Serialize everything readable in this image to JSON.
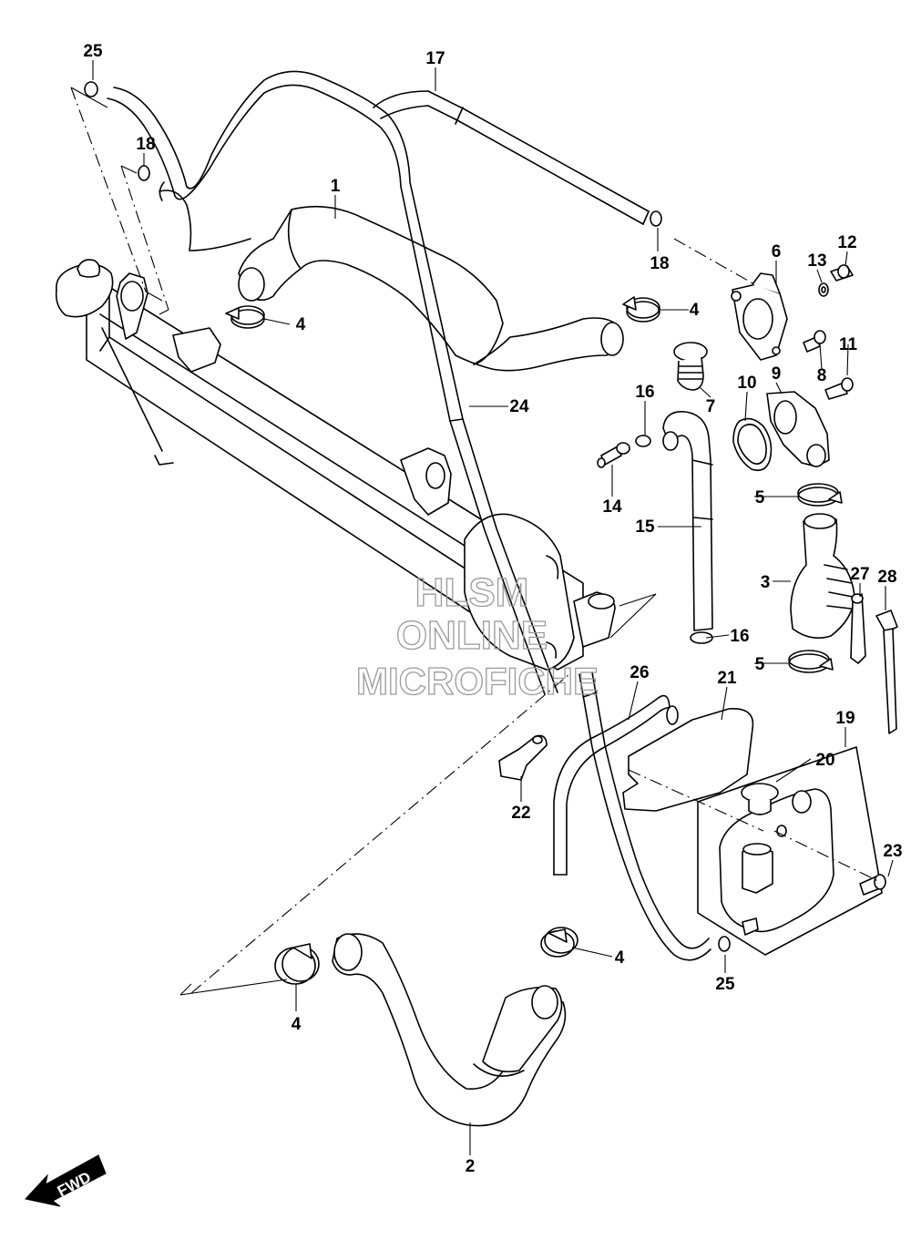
{
  "watermark": {
    "line1": "HLSM",
    "line2": "ONLINE",
    "line3": "MICROFICHE"
  },
  "fwd_label": "FWD",
  "callouts": [
    {
      "id": "c25a",
      "label": "25"
    },
    {
      "id": "c17",
      "label": "17"
    },
    {
      "id": "c18a",
      "label": "18"
    },
    {
      "id": "c1",
      "label": "1"
    },
    {
      "id": "c18b",
      "label": "18"
    },
    {
      "id": "c6",
      "label": "6"
    },
    {
      "id": "c13",
      "label": "13"
    },
    {
      "id": "c12",
      "label": "12"
    },
    {
      "id": "c4a",
      "label": "4"
    },
    {
      "id": "c4b",
      "label": "4"
    },
    {
      "id": "c11",
      "label": "11"
    },
    {
      "id": "c8",
      "label": "8"
    },
    {
      "id": "c9",
      "label": "9"
    },
    {
      "id": "c10",
      "label": "10"
    },
    {
      "id": "c7",
      "label": "7"
    },
    {
      "id": "c24",
      "label": "24"
    },
    {
      "id": "c16a",
      "label": "16"
    },
    {
      "id": "c14",
      "label": "14"
    },
    {
      "id": "c15",
      "label": "15"
    },
    {
      "id": "c5a",
      "label": "5"
    },
    {
      "id": "c27",
      "label": "27"
    },
    {
      "id": "c28",
      "label": "28"
    },
    {
      "id": "c3",
      "label": "3"
    },
    {
      "id": "c16b",
      "label": "16"
    },
    {
      "id": "c5b",
      "label": "5"
    },
    {
      "id": "c26",
      "label": "26"
    },
    {
      "id": "c21",
      "label": "21"
    },
    {
      "id": "c19",
      "label": "19"
    },
    {
      "id": "c20",
      "label": "20"
    },
    {
      "id": "c22",
      "label": "22"
    },
    {
      "id": "c23",
      "label": "23"
    },
    {
      "id": "c4c",
      "label": "4"
    },
    {
      "id": "c25b",
      "label": "25"
    },
    {
      "id": "c4d",
      "label": "4"
    },
    {
      "id": "c2",
      "label": "2"
    }
  ]
}
